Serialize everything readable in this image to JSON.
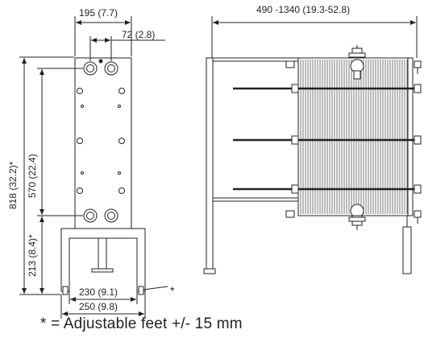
{
  "dimensions": {
    "width_total": "195 (7.7)",
    "port_spacing": "72 (2.8)",
    "frame_length": "490 -1340 (19.3-52.8)",
    "height_total": "818 (32.2)*",
    "port_vertical": "570 (22.4)",
    "foot_height": "213 (8.4)*",
    "foot_inner": "230 (9.1)",
    "foot_outer": "250 (9.8)",
    "asterisk": "*"
  },
  "footnote": "* = Adjustable feet +/- 15 mm"
}
